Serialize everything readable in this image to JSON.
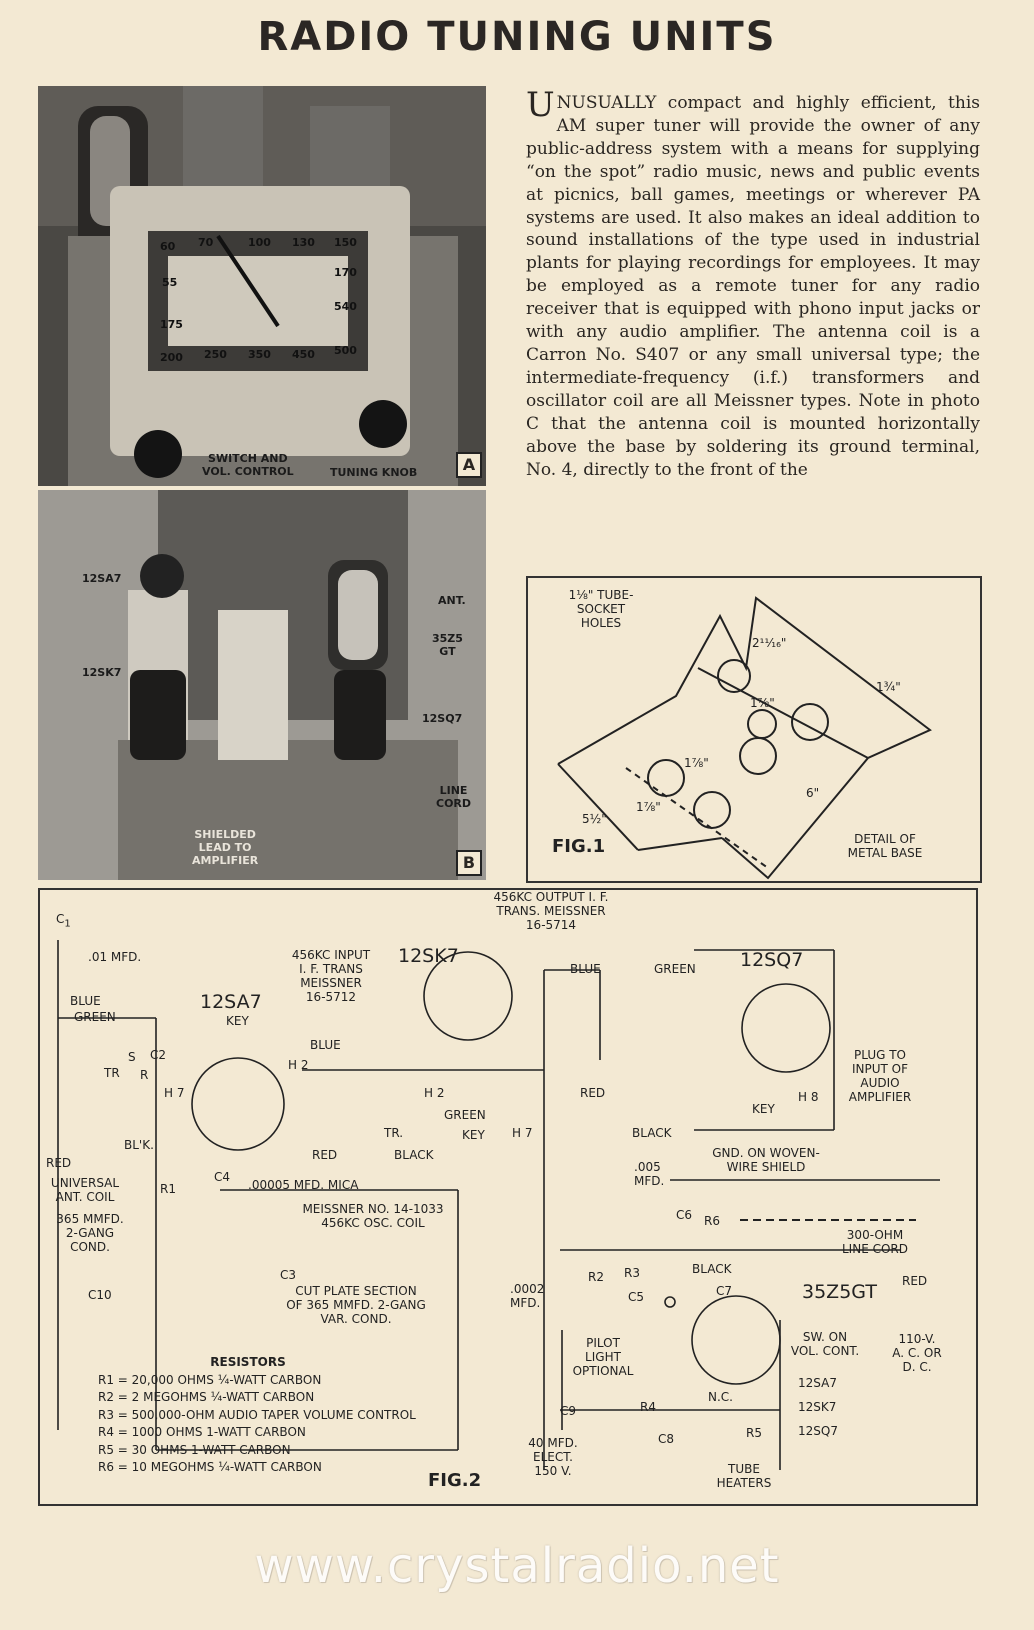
{
  "title": "RADIO TUNING UNITS",
  "body": {
    "dropcap": "U",
    "text": "NUSUALLY compact and highly efficient, this AM super tuner will provide the owner of any public-address system with a means for supplying “on the spot” radio music, news and public events at picnics, ball games, meetings or wherever PA systems are used. It also makes an ideal addition to sound installations of the type used in industrial plants for playing recordings for employees. It may be employed as a remote tuner for any radio receiver that is equipped with phono input jacks or with any audio amplifier. The antenna coil is a Carron No. S407 or any small universal type; the intermediate-frequency (i.f.) transformers and oscillator coil are all Meissner types. Note in photo C that the antenna coil is mounted horizontally above the base by soldering its ground terminal, No. 4, directly to the front of the"
  },
  "photo_a": {
    "tag": "A",
    "switch_label_1": "SWITCH AND",
    "switch_label_2": "VOL. CONTROL",
    "tuning_label": "TUNING KNOB",
    "dial_numbers": [
      "60",
      "70",
      "100",
      "130",
      "150",
      "55",
      "170",
      "175",
      "540",
      "200",
      "250",
      "350",
      "450",
      "500"
    ]
  },
  "photo_b": {
    "tag": "B",
    "l_12sa7": "12SA7",
    "l_12sk7": "12SK7",
    "l_ant": "ANT.",
    "l_35z5_1": "35Z5",
    "l_35z5_2": "GT",
    "l_12sq7": "12SQ7",
    "l_line_1": "LINE",
    "l_line_2": "CORD",
    "l_shield_1": "SHIELDED",
    "l_shield_2": "LEAD TO",
    "l_shield_3": "AMPLIFIER"
  },
  "fig1": {
    "name": "FIG.1",
    "socket_1": "1⅛\" TUBE-",
    "socket_2": "SOCKET",
    "socket_3": "HOLES",
    "dim_2_11_16": "2¹¹⁄₁₆\"",
    "dim_13_4": "1¾\"",
    "dim_1_7_8_a": "1⅞\"",
    "dim_1_7_8_b": "1⅞\"",
    "dim_1_7_8_c": "1⅞\"",
    "dim_5_1_2": "5½\"",
    "dim_6": "6\"",
    "detail_1": "DETAIL OF",
    "detail_2": "METAL BASE"
  },
  "fig2": {
    "name": "FIG.2",
    "c1": "C",
    "c1_sub": "1",
    "c1_val": ".01 MFD.",
    "blue": "BLUE",
    "green": "GREEN",
    "red": "RED",
    "blk": "BL'K.",
    "univ_1": "UNIVERSAL",
    "univ_2": "ANT. COIL",
    "cap365_1": "365 MMFD.",
    "cap365_2": "2-GANG",
    "cap365_3": "COND.",
    "c10": "C10",
    "tube_12sa7": "12SA7",
    "key1": "KEY",
    "h7a": "H 7",
    "h2a": "H 2",
    "c2": "C2",
    "tr": "TR",
    "s": "S",
    "r": "R",
    "r1": "R1",
    "c4": "C4",
    "mica": ".00005 MFD. MICA",
    "osc_1": "MEISSNER NO. 14-1033",
    "osc_2": "456KC OSC. COIL",
    "c3": "C3",
    "cut_1": "CUT PLATE SECTION",
    "cut_2": "OF 365 MMFD. 2-GANG",
    "cut_3": "VAR. COND.",
    "in_if_1": "456KC INPUT",
    "in_if_2": "I. F. TRANS",
    "in_if_3": "MEISSNER",
    "in_if_4": "16-5712",
    "tube_12sk7": "12SK7",
    "blue2": "BLUE",
    "green2": "GREEN",
    "tr2": "TR.",
    "red2": "RED",
    "black2": "BLACK",
    "key2": "KEY",
    "h2b": "H 2",
    "h7b": "H 7",
    "out_if_1": "456KC OUTPUT I. F.",
    "out_if_2": "TRANS. MEISSNER",
    "out_if_3": "16-5714",
    "blue3": "BLUE",
    "green3": "GREEN",
    "red3": "RED",
    "black3": "BLACK",
    "tube_12sq7": "12SQ7",
    "key3": "KEY",
    "h8": "H 8",
    "plug_1": "PLUG TO",
    "plug_2": "INPUT OF",
    "plug_3": "AUDIO",
    "plug_4": "AMPLIFIER",
    "gnd_1": "GND. ON WOVEN-",
    "gnd_2": "WIRE SHIELD",
    "c005_1": ".005",
    "c005_2": "MFD.",
    "c6": "C6",
    "r6": "R6",
    "line_1": "300-OHM",
    "line_2": "LINE CORD",
    "r2": "R2",
    "r3": "R3",
    "c0002_1": ".0002",
    "c0002_2": "MFD.",
    "c5": "C5",
    "black4": "BLACK",
    "red4": "RED",
    "c7": "C7",
    "tube_35z5": "35Z5GT",
    "sw_1": "SW. ON",
    "sw_2": "VOL. CONT.",
    "ac_1": "110-V.",
    "ac_2": "A. C. OR",
    "ac_3": "D. C.",
    "pilot_1": "PILOT",
    "pilot_2": "LIGHT",
    "pilot_3": "OPTIONAL",
    "c9": "C9",
    "r4": "R4",
    "nc": "N.C.",
    "c8": "C8",
    "r5": "R5",
    "elect_1": "40 MFD.",
    "elect_2": "ELECT.",
    "elect_3": "150 V.",
    "heat_a": "12SA7",
    "heat_b": "12SK7",
    "heat_c": "12SQ7",
    "heat_1": "TUBE",
    "heat_2": "HEATERS",
    "resistors_title": "RESISTORS",
    "resistors": [
      "R1 = 20,000 OHMS ¼-WATT CARBON",
      "R2 = 2 MEGOHMS ¼-WATT CARBON",
      "R3 = 500,000-OHM AUDIO TAPER VOLUME CONTROL",
      "R4 = 1000 OHMS 1-WATT CARBON",
      "R5 = 30 OHMS 1-WATT CARBON",
      "R6 = 10 MEGOHMS ¼-WATT CARBON"
    ]
  },
  "watermark": "www.crystalradio.net"
}
